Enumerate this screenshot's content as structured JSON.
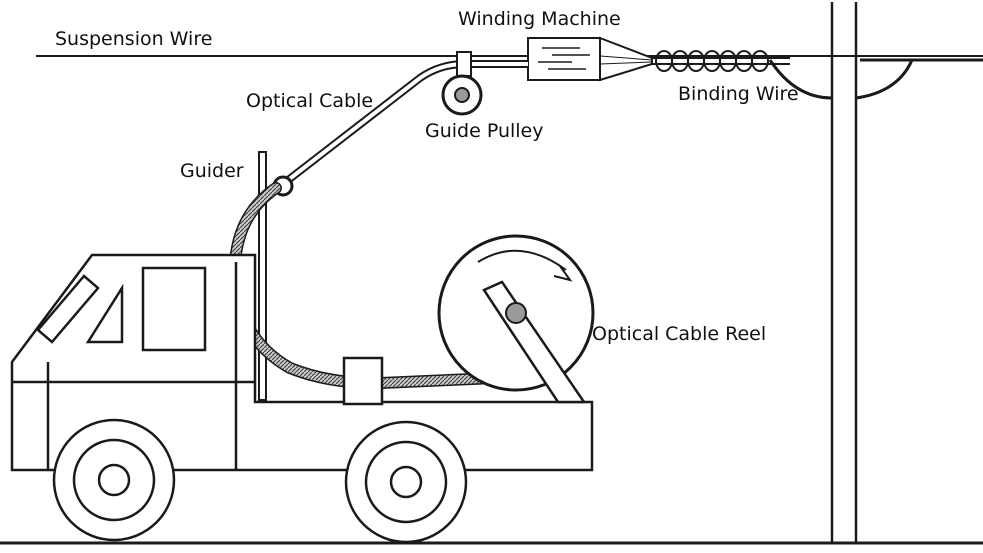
{
  "labels": {
    "suspension_wire": "Suspension Wire",
    "winding_machine": "Winding Machine",
    "optical_cable": "Optical Cable",
    "guide_pulley": "Guide Pulley",
    "binding_wire": "Binding Wire",
    "guider": "Guider",
    "optical_cable_reel": "Optical Cable Reel"
  },
  "colors": {
    "line": "#1a1a1a",
    "cable_fill": "#8c8c8c",
    "hub_fill": "#9a9a9a",
    "background": "#ffffff"
  }
}
